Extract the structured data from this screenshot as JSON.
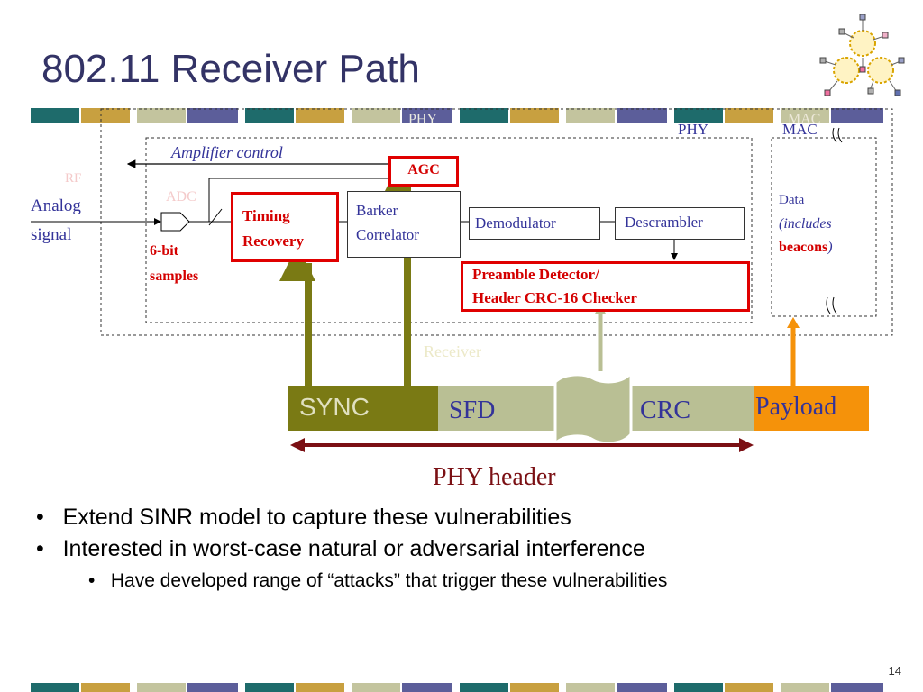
{
  "slide": {
    "title": "802.11 Receiver Path",
    "page_number": "14"
  },
  "diagram": {
    "labels": {
      "phy_top": "PHY",
      "mac_top": "MAC",
      "phy_inner": "PHY",
      "mac_inner": "MAC",
      "amplifier_control": "Amplifier control",
      "agc": "AGC",
      "rf": "RF",
      "adc": "ADC",
      "analog_signal_1": "Analog",
      "analog_signal_2": "signal",
      "samples_1": "6-bit",
      "samples_2": "samples",
      "timing_recovery_1": "Timing",
      "timing_recovery_2": "Recovery",
      "barker_correlator_1": "Barker",
      "barker_correlator_2": "Correlator",
      "demodulator": "Demodulator",
      "descrambler": "Descrambler",
      "preamble_1": "Preamble Detector/",
      "preamble_2": "Header CRC-16 Checker",
      "data_1": "Data",
      "data_2": "(includes",
      "data_3": "beacons",
      "data_4": ")",
      "receiver": "Receiver"
    },
    "frame": {
      "sync": "SYNC",
      "sfd": "SFD",
      "crc": "CRC",
      "payload": "Payload",
      "phy_header": "PHY header"
    },
    "colors": {
      "sync": "#7a7a14",
      "sfd_crc": "#b9bf94",
      "payload": "#f5920a",
      "header_arrow": "#7b1014",
      "highlight": "#e00000",
      "title": "#333366"
    }
  },
  "bullets": [
    "Extend SINR model to capture these vulnerabilities",
    "Interested in worst-case natural or adversarial interference"
  ],
  "sub_bullets": [
    "Have developed range of “attacks” that trigger these vulnerabilities"
  ]
}
